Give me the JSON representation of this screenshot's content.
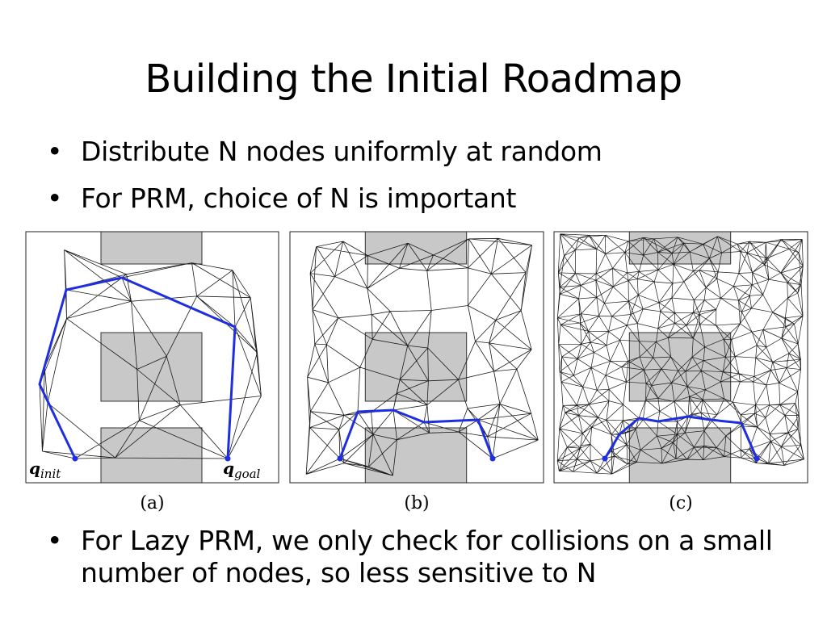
{
  "slide": {
    "title": "Building the Initial Roadmap",
    "bullets_top": [
      "Distribute N nodes uniformly at random",
      "For PRM, choice of N is important"
    ],
    "bullets_bottom": [
      "For Lazy PRM, we only check for collisions on a small number of nodes, so less sensitive to N"
    ],
    "bullet_glyph": "•"
  },
  "figure": {
    "panels": [
      {
        "caption": "(a)",
        "label_left_main": "q",
        "label_left_sub": "init",
        "label_right_main": "q",
        "label_right_sub": "goal"
      },
      {
        "caption": "(b)"
      },
      {
        "caption": "(c)"
      }
    ],
    "colors": {
      "obstacle": "#c8c8c8",
      "edge": "#1a1a1a",
      "path": "#1f2fe0"
    }
  }
}
